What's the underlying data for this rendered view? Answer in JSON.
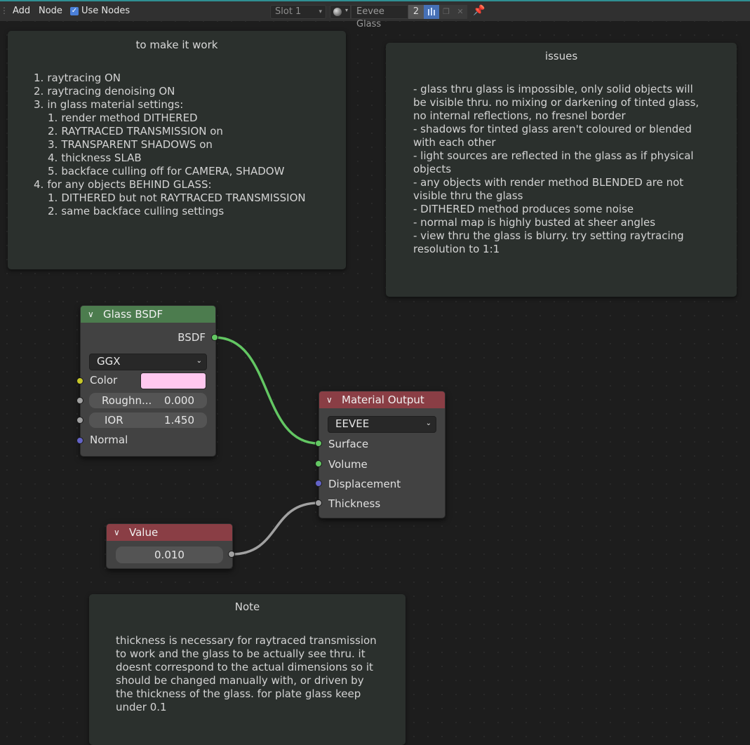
{
  "header": {
    "menu": [
      "Add",
      "Node"
    ],
    "use_nodes_label": "Use Nodes",
    "use_nodes_checked": true,
    "slot": "Slot 1",
    "material_name": "Eevee Glass",
    "user_count": "2",
    "accent_color": "#2f8f93"
  },
  "frames": {
    "make_it_work": {
      "title": "to make it work",
      "items": [
        {
          "num": "1.",
          "text": "raytracing ON",
          "level": 0
        },
        {
          "num": "2.",
          "text": "raytracing denoising ON",
          "level": 0
        },
        {
          "num": "3.",
          "text": "in glass material settings:",
          "level": 0
        },
        {
          "num": "1.",
          "text": "render method DITHERED",
          "level": 1
        },
        {
          "num": "2.",
          "text": "RAYTRACED TRANSMISSION on",
          "level": 1
        },
        {
          "num": "3.",
          "text": "TRANSPARENT SHADOWS on",
          "level": 1
        },
        {
          "num": "4.",
          "text": "thickness SLAB",
          "level": 1
        },
        {
          "num": "5.",
          "text": "backface culling off for CAMERA, SHADOW",
          "level": 1
        },
        {
          "num": "4.",
          "text": "for any objects BEHIND GLASS:",
          "level": 0
        },
        {
          "num": "1.",
          "text": "DITHERED but not RAYTRACED TRANSMISSION",
          "level": 1
        },
        {
          "num": "2.",
          "text": "same backface culling settings",
          "level": 1
        }
      ]
    },
    "issues": {
      "title": "issues",
      "lines": [
        "- glass thru glass is impossible, only solid objects will",
        "be visible thru. no mixing or darkening of tinted glass,",
        "no internal reflections, no fresnel border",
        "- shadows for tinted glass aren't coloured or blended",
        "with each other",
        "- light sources are reflected in the glass as if physical",
        "objects",
        "- any objects with render method BLENDED are not",
        "visible thru the glass",
        "- DITHERED method produces some noise",
        "- normal map is highly busted at sheer angles",
        "- view thru the glass is blurry. try setting raytracing",
        "resolution to 1:1"
      ]
    },
    "note": {
      "title": "Note",
      "lines": [
        "thickness is necessary for raytraced transmission",
        "to work and the glass to be actually see thru. it",
        "doesnt correspond to the actual dimensions so it",
        "should be changed manually with, or driven by",
        "the thickness of the glass. for plate glass keep",
        "under 0.1"
      ]
    }
  },
  "nodes": {
    "glass_bsdf": {
      "title": "Glass BSDF",
      "header_color": "#4c7c4e",
      "output_label": "BSDF",
      "distribution": "GGX",
      "color_label": "Color",
      "color_value": "#ffc8ef",
      "roughness_label": "Roughn...",
      "roughness_value": "0.000",
      "ior_label": "IOR",
      "ior_value": "1.450",
      "normal_label": "Normal"
    },
    "material_output": {
      "title": "Material Output",
      "header_color": "#8a3e45",
      "target": "EEVEE",
      "inputs": [
        "Surface",
        "Volume",
        "Displacement",
        "Thickness"
      ]
    },
    "value": {
      "title": "Value",
      "header_color": "#8a3e45",
      "value": "0.010"
    }
  },
  "socket_colors": {
    "shader": "#63c763",
    "color": "#c7c729",
    "float": "#a1a1a1",
    "vector": "#6363c7"
  }
}
